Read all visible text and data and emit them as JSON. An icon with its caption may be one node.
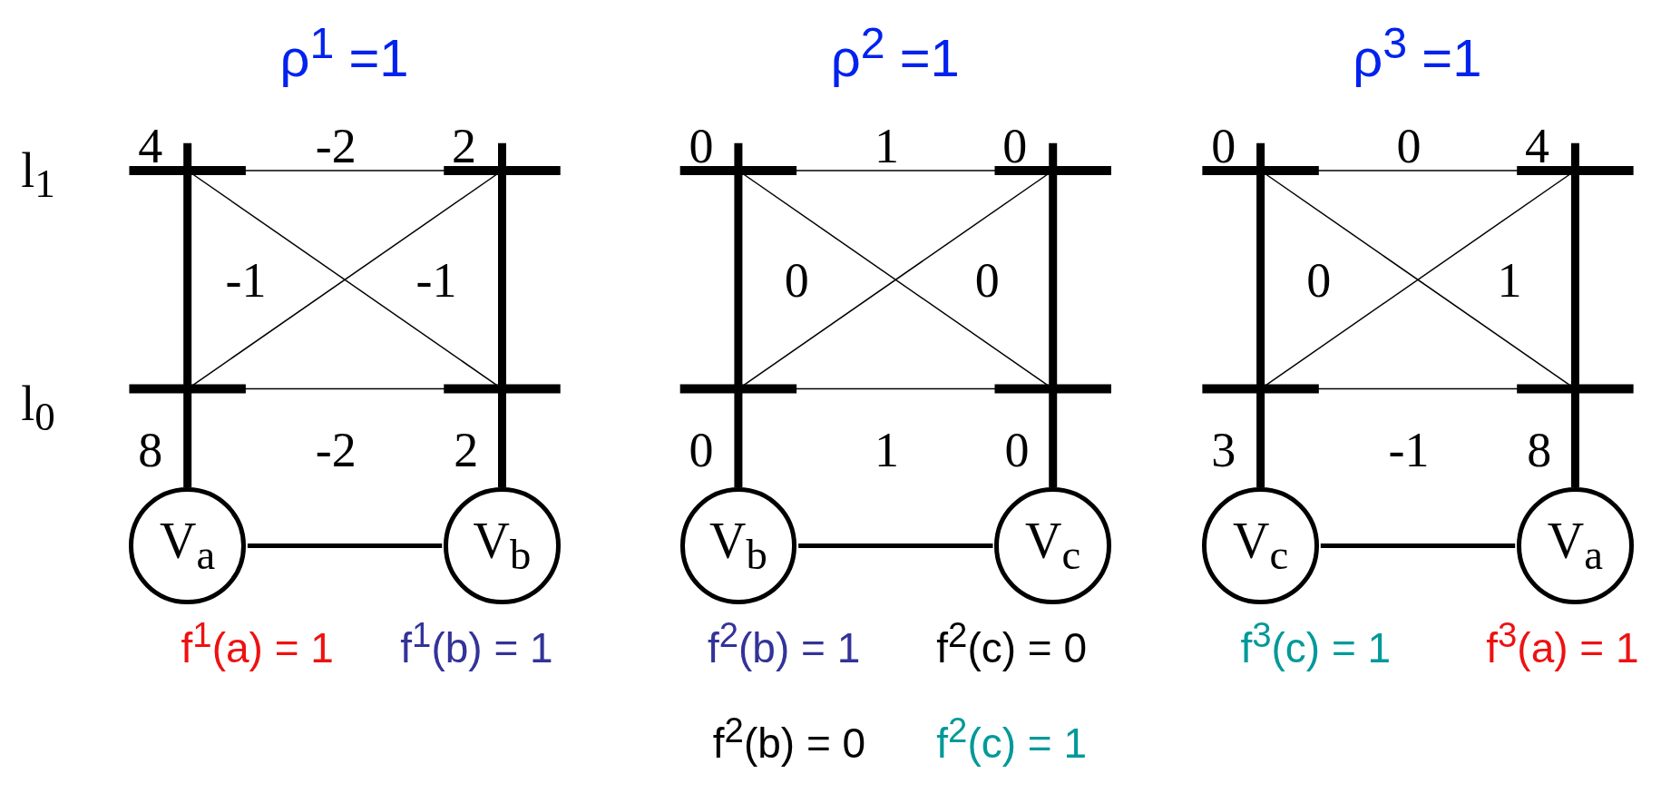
{
  "diagram": {
    "nodes": [
      {
        "text": [
          "V$_{a}$"
        ]
      },
      {
        "text": [
          "V$_{b}$"
        ]
      },
      {
        "text": [
          "V$_{b}$"
        ]
      },
      {
        "text": [
          "V$_{c}$"
        ]
      },
      {
        "text": [
          "V$_{c}$"
        ]
      },
      {
        "text": [
          "V$_{a}$"
        ]
      }
    ],
    "edges": [
      {
        "from": 0,
        "to": 1,
        "arrow": "none"
      },
      {
        "from": 2,
        "to": 3,
        "arrow": "none"
      },
      {
        "from": 4,
        "to": 5,
        "arrow": "none"
      }
    ],
    "labels": [
      "ρ$^{1}$ =1",
      "ρ$^{2}$ =1",
      "ρ$^{3}$ =1",
      "4",
      "-2",
      "2",
      "0",
      "1",
      "0",
      "0",
      "0",
      "4",
      "l$_{1}$",
      "-1",
      "-1",
      "0",
      "0",
      "0",
      "1",
      "l$_{0}$",
      "8",
      "-2",
      "2",
      "0",
      "1",
      "0",
      "3",
      "-1",
      "8",
      "f$^{1}$(a) = 1",
      "f$^{1}$(b) = 1",
      "f$^{2}$(b) = 1",
      "f$^{2}$(c) = 0",
      "f$^{3}$(c) = 1",
      "f$^{3}$(a) = 1",
      "f$^{2}$(b) = 0",
      "f$^{2}$(c) = 1"
    ]
  }
}
